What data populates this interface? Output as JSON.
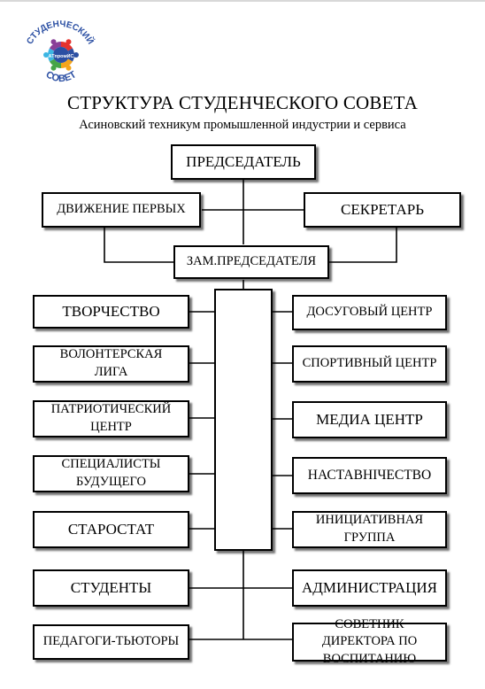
{
  "logo": {
    "arc_top": "СТУДЕНЧЕСКИЙ",
    "arc_bottom": "СОВЕТ",
    "badge": "АТпромИС",
    "colors": [
      "#e5322d",
      "#2b4fa3",
      "#f4a51c",
      "#46a546",
      "#3cb6e3",
      "#8a3f98"
    ]
  },
  "title": "СТРУКТУРА СТУДЕНЧЕСКОГО СОВЕТА",
  "subtitle": "Асиновский техникум промышленной индустрии и сервиса",
  "nodes": {
    "chairman": "ПРЕДСЕДАТЕЛЬ",
    "movement": "ДВИЖЕНИЕ ПЕРВЫХ",
    "secretary": "СЕКРЕТАРЬ",
    "deputy": "ЗАМ.ПРЕДСЕДАТЕЛЯ",
    "left": [
      "ТВОРЧЕСТВО",
      "ВОЛОНТЕРСКАЯ ЛИГА",
      "ПАТРИОТИЧЕСКИЙ ЦЕНТР",
      "СПЕЦИАЛИСТЫ БУДУЩЕГО",
      "СТАРОСТАТ",
      "СТУДЕНТЫ",
      "ПЕДАГОГИ-ТЬЮТОРЫ"
    ],
    "right": [
      "ДОСУГОВЫЙ ЦЕНТР",
      "СПОРТИВНЫЙ ЦЕНТР",
      "МЕДИА ЦЕНТР",
      "НАСТАВНIЧЕСТВО",
      "ИНИЦИАТИВНАЯ ГРУППА",
      "АДМИНИСТРАЦИЯ",
      "СОВЕТНИК ДИРЕКТОРА ПО ВОСПИТАНИЮ"
    ]
  }
}
